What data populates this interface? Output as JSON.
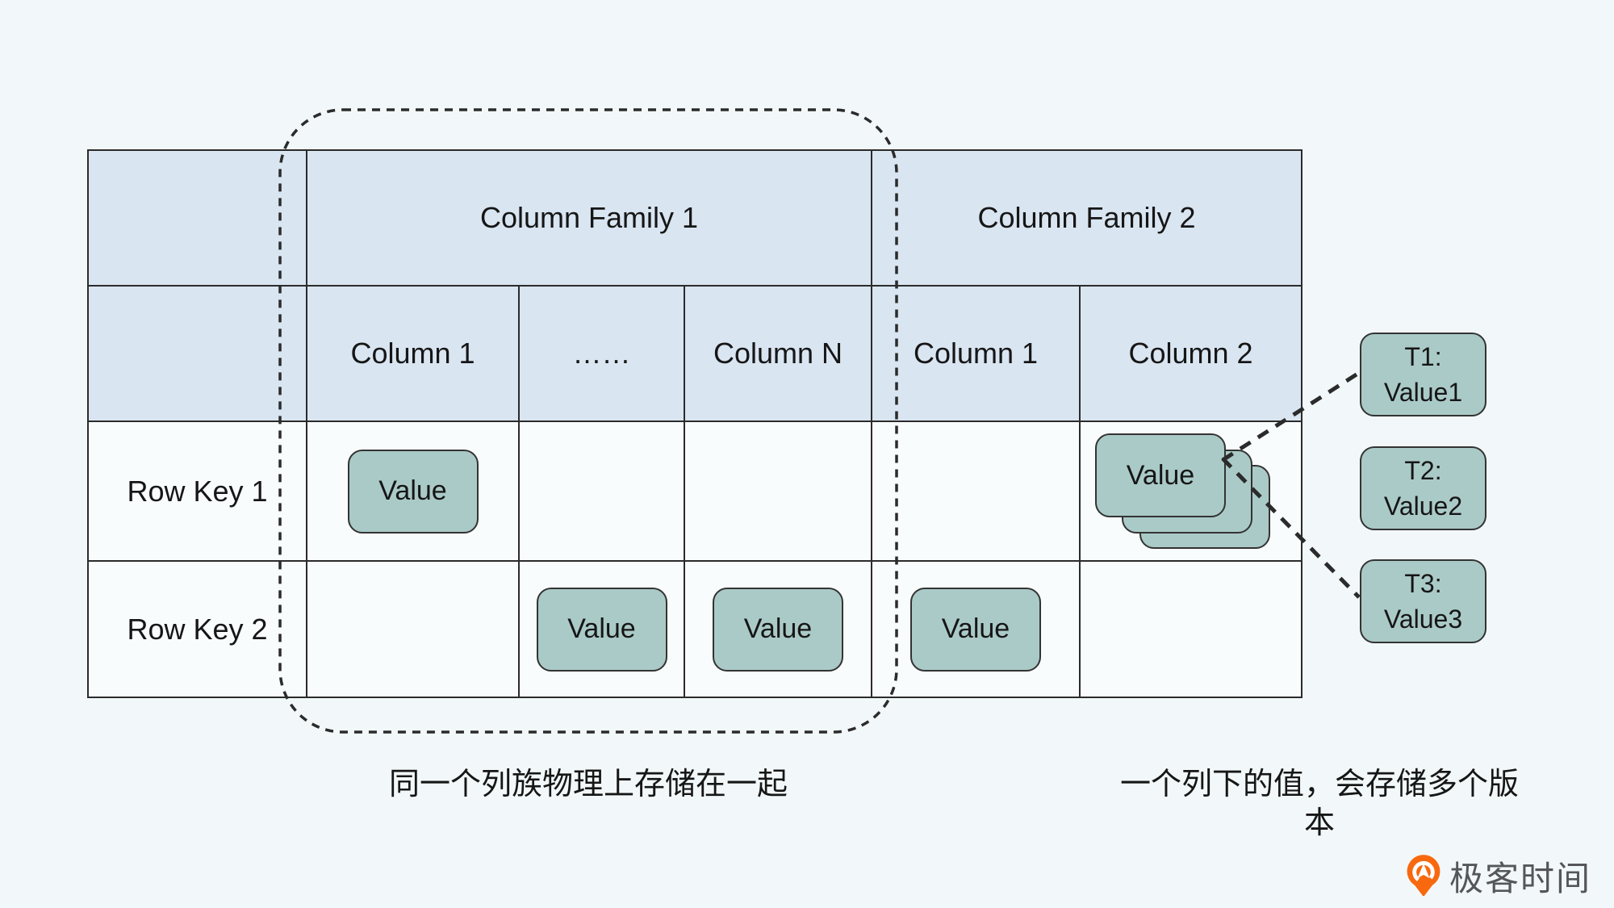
{
  "colors": {
    "background": "#f2f8f9",
    "header-blue": "#d9e5f1",
    "cell-bg": "#f9fcfd",
    "teal": "#aacac7",
    "line": "#2b2b2b",
    "text": "#161616",
    "logo-orange": "#f8690f",
    "logo-gray": "#55565a"
  },
  "table": {
    "column_families": [
      "Column Family 1",
      "Column Family 2"
    ],
    "sub_columns": [
      "Column 1",
      "……",
      "Column N",
      "Column 1",
      "Column 2"
    ],
    "row_keys": [
      "Row Key 1",
      "Row Key 2"
    ],
    "value_label": "Value"
  },
  "versions": [
    {
      "time": "T1:",
      "value": "Value1"
    },
    {
      "time": "T2:",
      "value": "Value2"
    },
    {
      "time": "T3:",
      "value": "Value3"
    }
  ],
  "annotations": {
    "column_family_note": "同一个列族物理上存储在一起",
    "versions_note": "一个列下的值，会存储多个版本"
  },
  "logo": {
    "text": "极客时间",
    "icon": "geektime-pin-icon"
  }
}
